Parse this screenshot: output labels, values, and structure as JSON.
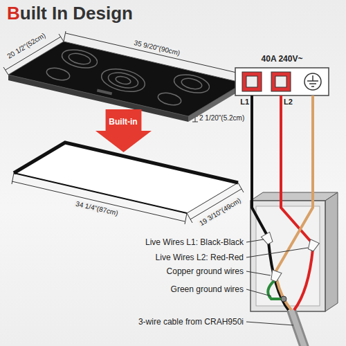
{
  "diagram": {
    "title": "Built In Design",
    "nodes": [
      {
        "text": [
          "Built-in"
        ]
      },
      {
        "text": [
          "40A 240V~"
        ]
      }
    ],
    "labels": [
      "20 1/2\"(52cm)",
      "35 9/20\"(90cm)",
      "2 1/20\"(5.2cm)",
      "34 1/4\"(87cm)",
      "19 3/10\"(49cm)",
      "L1",
      "L2",
      "Live Wires L1: Black-Black",
      "Live Wires L2: Red-Red",
      "Copper ground wires",
      "Green ground wires",
      "3-wire cable from CRAH950i"
    ]
  }
}
